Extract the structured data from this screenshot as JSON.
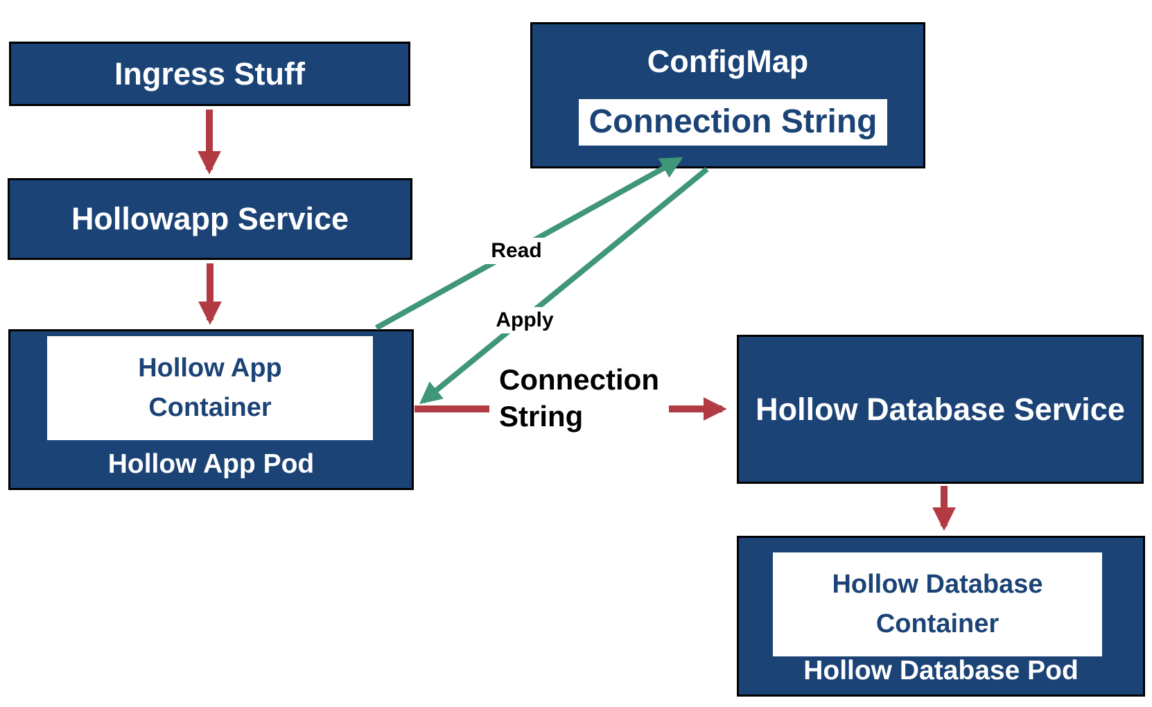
{
  "diagram": {
    "colors": {
      "background": "#ffffff",
      "node_fill": "#1b4376",
      "node_border": "#000000",
      "node_text": "#ffffff",
      "inner_fill": "#ffffff",
      "inner_text": "#1b4376",
      "arrow_red": "#b23b43",
      "arrow_green": "#3f9678",
      "edge_label_text": "#000000"
    },
    "nodes": {
      "ingress": {
        "label": "Ingress Stuff"
      },
      "hollowapp_service": {
        "label": "Hollowapp Service"
      },
      "hollow_app_pod": {
        "pod_label": "Hollow App Pod",
        "container": {
          "line1": "Hollow App",
          "line2": "Container"
        }
      },
      "configmap": {
        "label": "ConfigMap",
        "item": "Connection String"
      },
      "hollow_database_service": {
        "label": "Hollow Database Service"
      },
      "hollow_database_pod": {
        "pod_label": "Hollow Database Pod",
        "container": {
          "line1": "Hollow Database",
          "line2": "Container"
        }
      }
    },
    "edges": {
      "read_label": "Read",
      "apply_label": "Apply",
      "connection_string_label": {
        "line1": "Connection",
        "line2": "String"
      }
    }
  }
}
